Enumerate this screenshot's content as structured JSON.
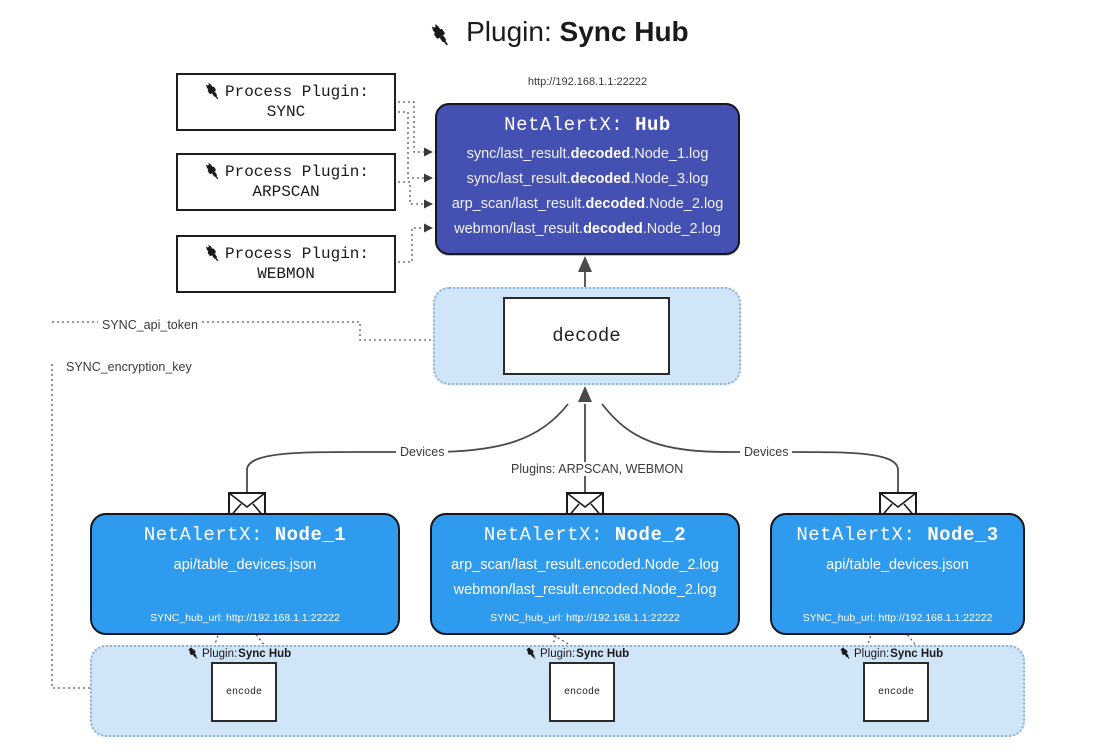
{
  "title": {
    "icon": "plug-icon",
    "lead": "Plugin: ",
    "strong": "Sync Hub"
  },
  "hub": {
    "url": "http://192.168.1.1:22222",
    "name_prefix": "NetAlertX: ",
    "name": "Hub",
    "logs": [
      {
        "pre": "sync/last_result.",
        "bold": "decoded",
        "post": ".Node_1.log"
      },
      {
        "pre": "sync/last_result.",
        "bold": "decoded",
        "post": ".Node_3.log"
      },
      {
        "pre": "arp_scan/last_result.",
        "bold": "decoded",
        "post": ".Node_2.log"
      },
      {
        "pre": "webmon/last_result.",
        "bold": "decoded",
        "post": ".Node_2.log"
      }
    ],
    "color": "#4450b2"
  },
  "process_plugins": [
    {
      "icon": "plug-icon",
      "line1": "Process Plugin:",
      "line2": "SYNC"
    },
    {
      "icon": "plug-icon",
      "line1": "Process Plugin:",
      "line2": "ARPSCAN"
    },
    {
      "icon": "plug-icon",
      "line1": "Process Plugin:",
      "line2": "WEBMON"
    }
  ],
  "decode": {
    "label": "decode"
  },
  "secrets": [
    {
      "label": "SYNC_api_token"
    },
    {
      "label": "SYNC_encryption_key"
    }
  ],
  "connector_labels": {
    "devices_left": "Devices",
    "devices_right": "Devices",
    "plugins": "Plugins: ARPSCAN, WEBMON"
  },
  "nodes": [
    {
      "icon": "envelope-icon",
      "name_prefix": "NetAlertX: ",
      "name": "Node_1",
      "lines": [
        "api/table_devices.json"
      ],
      "footer": "SYNC_hub_url: http://192.168.1.1:22222"
    },
    {
      "icon": "envelope-icon",
      "name_prefix": "NetAlertX: ",
      "name": "Node_2",
      "lines": [
        "arp_scan/last_result.encoded.Node_2.log",
        "webmon/last_result.encoded.Node_2.log"
      ],
      "footer": "SYNC_hub_url: http://192.168.1.1:22222"
    },
    {
      "icon": "envelope-icon",
      "name_prefix": "NetAlertX: ",
      "name": "Node_3",
      "lines": [
        "api/table_devices.json"
      ],
      "footer": "SYNC_hub_url: http://192.168.1.1:22222"
    }
  ],
  "encoders": [
    {
      "icon": "plug-icon",
      "label_lead": "Plugin: ",
      "label_strong": "Sync Hub",
      "box_label": "encode"
    },
    {
      "icon": "plug-icon",
      "label_lead": "Plugin: ",
      "label_strong": "Sync Hub",
      "box_label": "encode"
    },
    {
      "icon": "plug-icon",
      "label_lead": "Plugin: ",
      "label_strong": "Sync Hub",
      "box_label": "encode"
    }
  ],
  "colors": {
    "hub": "#4450b2",
    "node": "#2f9bee",
    "container": "#d1e5f9",
    "container_border": "#8fb4d4",
    "stroke": "#3a3a3a",
    "box_border": "#16171d"
  }
}
